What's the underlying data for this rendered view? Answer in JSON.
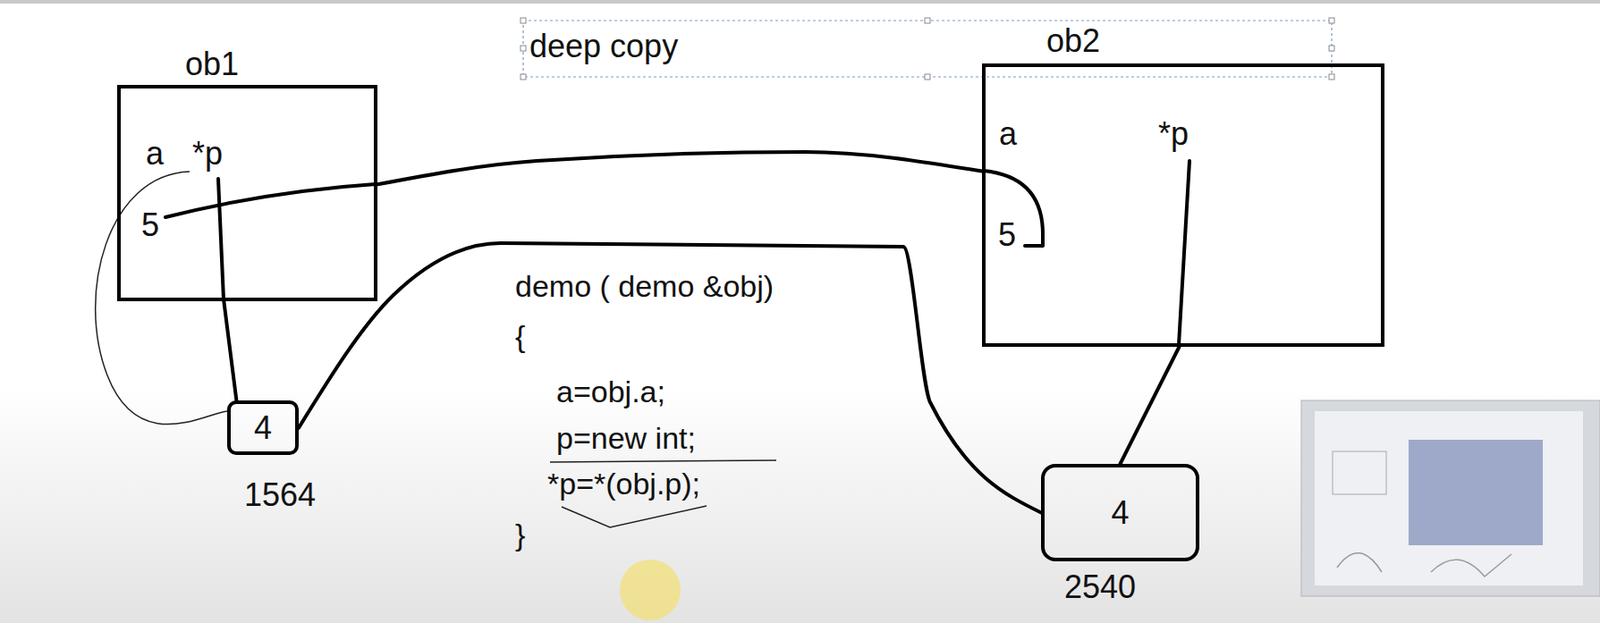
{
  "diagram": {
    "nodes": [
      {
        "text": [
          "ob1",
          "a",
          "*p",
          "5"
        ]
      },
      {
        "text": [
          "ob2",
          "a",
          "*p",
          "5"
        ]
      },
      {
        "text": [
          "4",
          "1564"
        ]
      },
      {
        "text": [
          "4",
          "2540"
        ]
      }
    ],
    "edges": [
      {
        "from": 0,
        "to": 2,
        "arrow": "none"
      },
      {
        "from": 1,
        "to": 3,
        "arrow": "none"
      },
      {
        "from": 0,
        "to": 1,
        "arrow": "none"
      },
      {
        "from": 2,
        "to": 3,
        "arrow": "none"
      }
    ],
    "labels": [
      "deep copy",
      "demo ( demo &obj)",
      "{",
      "a=obj.a;",
      "p=new int;",
      "*p=*(obj.p);",
      "}"
    ]
  }
}
